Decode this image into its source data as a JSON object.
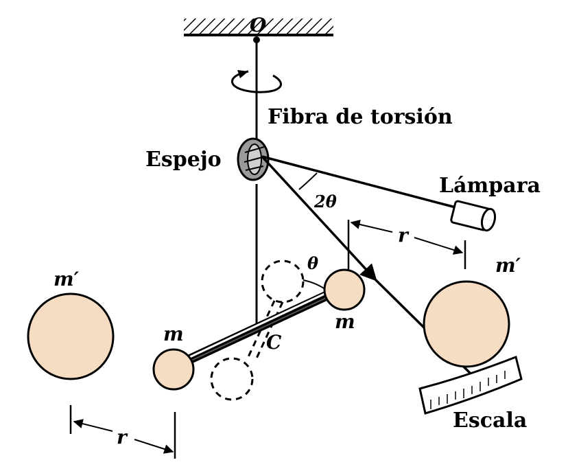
{
  "labels": {
    "origin": "O",
    "fiber": "Fibra de torsión",
    "mirror": "Espejo",
    "lamp": "Lámpara",
    "angle_double": "2θ",
    "angle": "θ",
    "distance_top": "r",
    "distance_bottom": "r",
    "big_mass_left": "m′",
    "big_mass_right": "m′",
    "small_mass_left": "m",
    "small_mass_right": "m",
    "center": "C",
    "scale": "Escala"
  },
  "colors": {
    "sphere_fill": "#f6dcc2",
    "mirror_fill": "#9a9a9a",
    "ink": "#000000"
  }
}
